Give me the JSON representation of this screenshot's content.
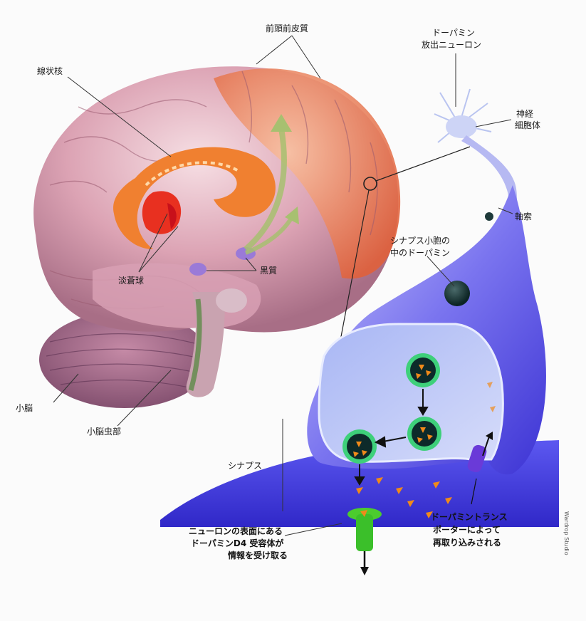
{
  "labels": {
    "prefrontal_cortex": "前頭前皮質",
    "striatum": "線状核",
    "globus_pallidus": "淡蒼球",
    "substantia_nigra": "黒質",
    "cerebellum": "小脳",
    "cerebellar_vermis": "小脳虫部",
    "dopamine_neuron_line1": "ドーパミン",
    "dopamine_neuron_line2": "放出ニューロン",
    "cell_body_line1": "神経",
    "cell_body_line2": "細胞体",
    "axon": "軸索",
    "vesicle_line1": "シナプス小胞の",
    "vesicle_line2": "中のドーパミン",
    "synapse": "シナプス",
    "receptor_line1": "ニューロンの表面にある",
    "receptor_line2": "ドーパミンD4 受容体が",
    "receptor_line3": "情報を受け取る",
    "transporter_line1": "ドーパミントランス",
    "transporter_line2": "ポーターによって",
    "transporter_line3": "再取り込みされる"
  },
  "credit": "Wardrop Studio",
  "colors": {
    "brain_pink": "#d9a0b0",
    "cortex_orange": "#e86a2a",
    "neuron_blue": "#5a55e6",
    "receptor_green": "#3bbf2a",
    "dopamine_orange": "#f08a1a"
  }
}
